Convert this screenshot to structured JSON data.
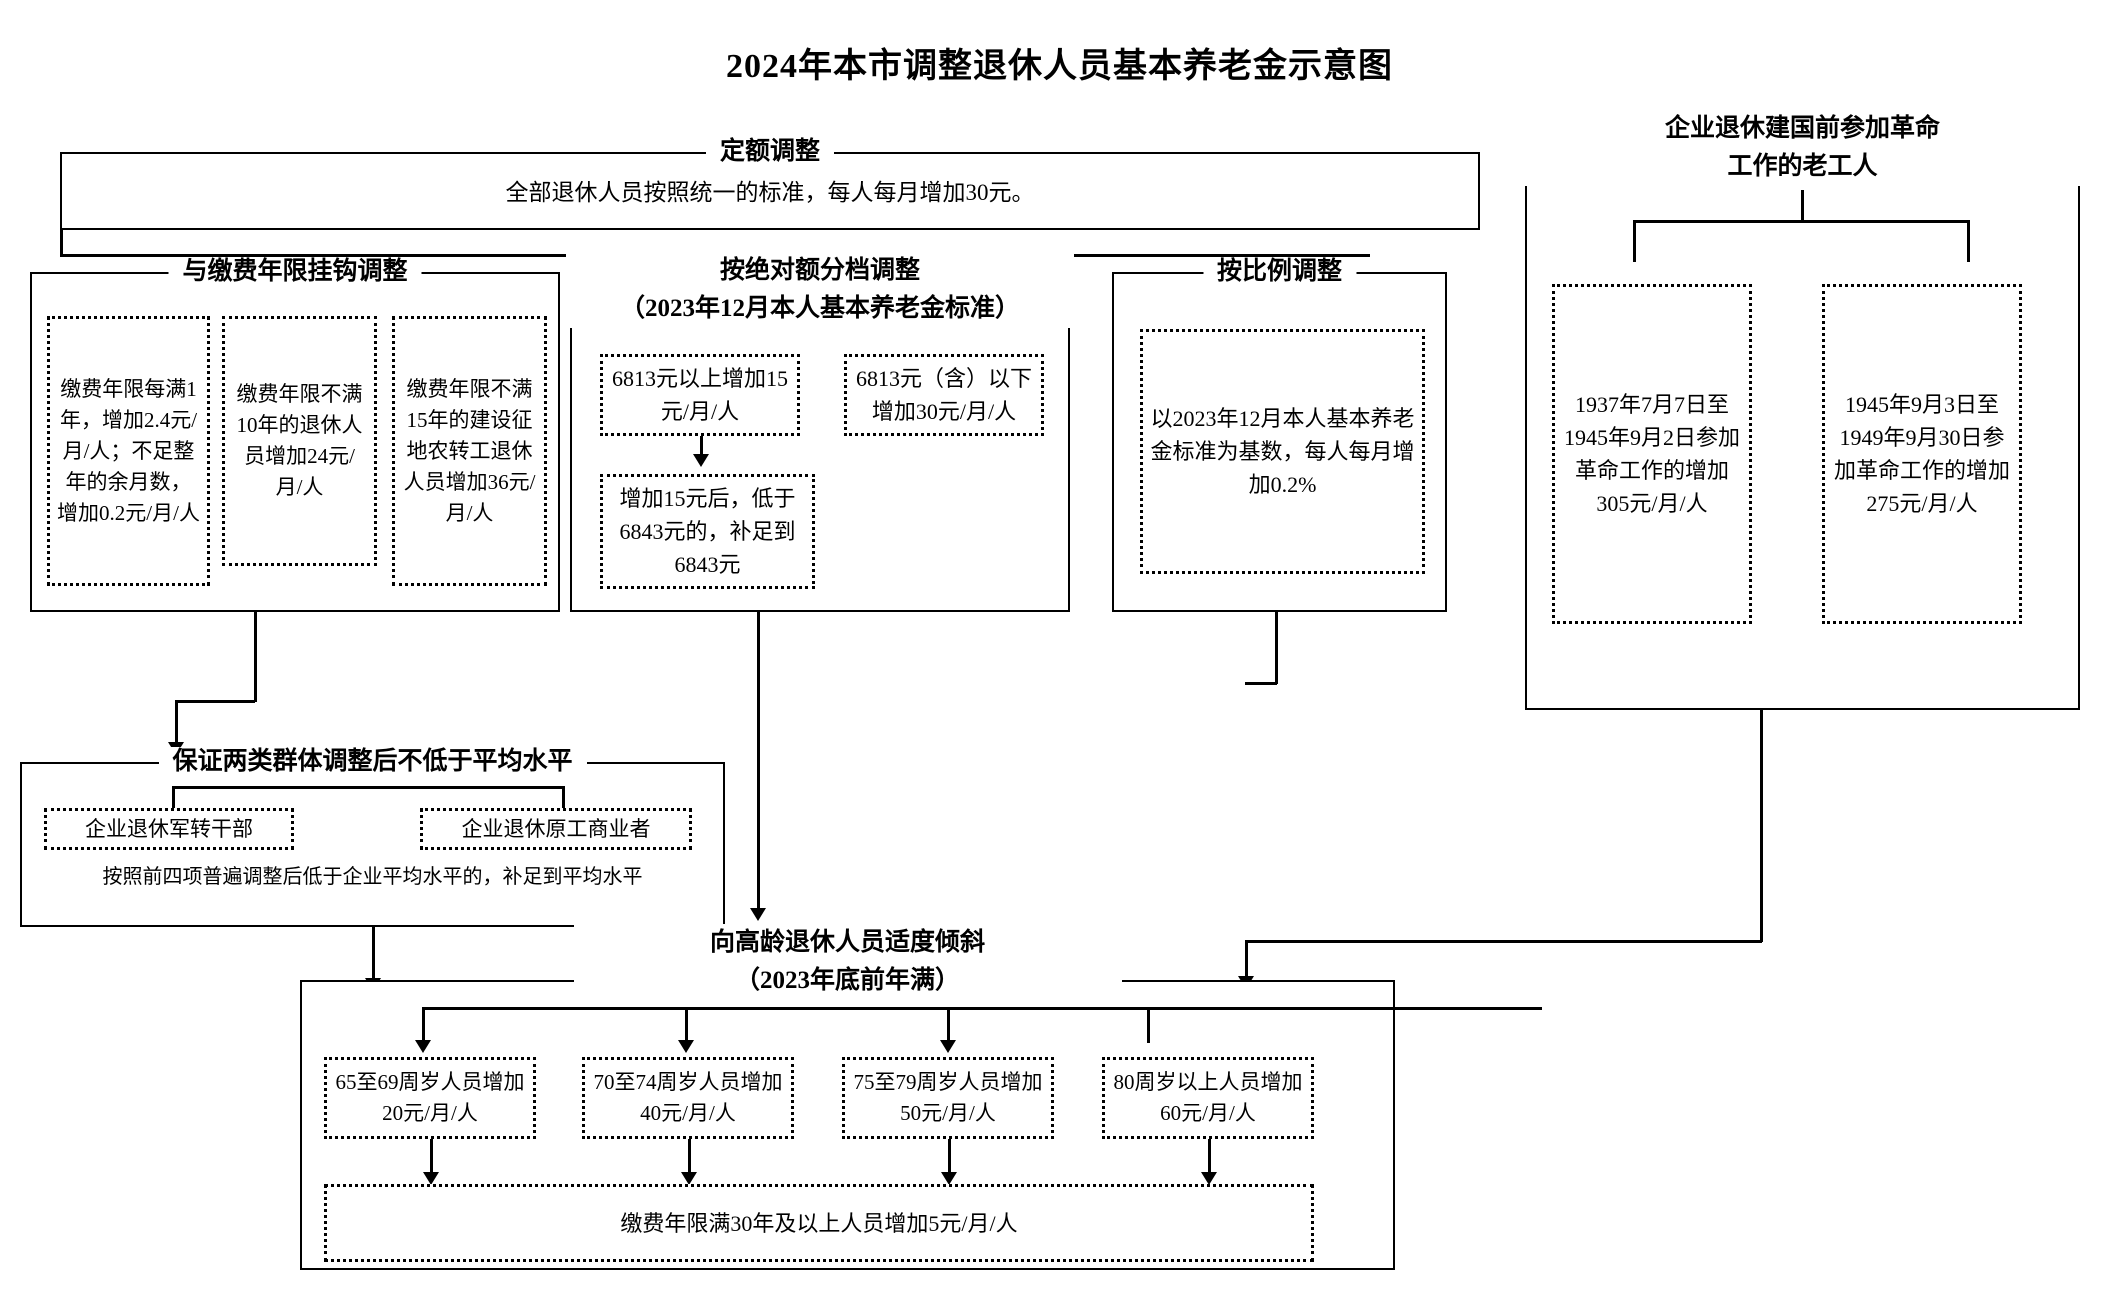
{
  "title": "2024年本市调整退休人员基本养老金示意图",
  "sections": {
    "fixed_adjust": {
      "legend": "定额调整",
      "body": "全部退休人员按照统一的标准，每人每月增加30元。"
    },
    "contrib_years": {
      "legend": "与缴费年限挂钩调整",
      "items": [
        "缴费年限每满1年，增加2.4元/月/人；不足整年的余月数，增加0.2元/月/人",
        "缴费年限不满10年的退休人员增加24元/月/人",
        "缴费年限不满15年的建设征地农转工退休人员增加36元/月/人"
      ]
    },
    "absolute_tier": {
      "legend_line1": "按绝对额分档调整",
      "legend_line2": "（2023年12月本人基本养老金标准）",
      "items": [
        "6813元以上增加15元/月/人",
        "6813元（含）以下增加30元/月/人",
        "增加15元后，低于6843元的，补足到6843元"
      ]
    },
    "proportional": {
      "legend": "按比例调整",
      "body": "以2023年12月本人基本养老金标准为基数，每人每月增加0.2%"
    },
    "pre_founding": {
      "legend_line1": "企业退休建国前参加革命",
      "legend_line2": "工作的老工人",
      "items": [
        "1937年7月7日至1945年9月2日参加革命工作的增加305元/月/人",
        "1945年9月3日至1949年9月30日参加革命工作的增加275元/月/人"
      ]
    },
    "two_groups": {
      "legend": "保证两类群体调整后不低于平均水平",
      "items": [
        "企业退休军转干部",
        "企业退休原工商业者"
      ],
      "note": "按照前四项普遍调整后低于企业平均水平的，补足到平均水平"
    },
    "elderly_tilt": {
      "legend_line1": "向高龄退休人员适度倾斜",
      "legend_line2": "（2023年底前年满）",
      "items": [
        "65至69周岁人员增加20元/月/人",
        "70至74周岁人员增加40元/月/人",
        "75至79周岁人员增加50元/月/人",
        "80周岁以上人员增加60元/月/人"
      ],
      "footer": "缴费年限满30年及以上人员增加5元/月/人"
    }
  },
  "chart_data": {
    "type": "diagram",
    "title": "2024年本市调整退休人员基本养老金示意图",
    "nodes": [
      {
        "id": "fixed",
        "label": "定额调整",
        "value": "每人每月增加30元"
      },
      {
        "id": "contrib",
        "label": "与缴费年限挂钩调整",
        "value": "2.4元/月/人 每满1年"
      },
      {
        "id": "absolute",
        "label": "按绝对额分档调整",
        "value": "15元 / 30元"
      },
      {
        "id": "proportional",
        "label": "按比例调整",
        "value": "0.2%"
      },
      {
        "id": "pre-founding",
        "label": "企业退休建国前参加革命工作的老工人",
        "value": "305元 / 275元"
      },
      {
        "id": "two-groups",
        "label": "保证两类群体调整后不低于平均水平",
        "value": "补足到平均水平"
      },
      {
        "id": "elderly",
        "label": "向高龄退休人员适度倾斜",
        "value": "20/40/50/60元"
      }
    ]
  }
}
